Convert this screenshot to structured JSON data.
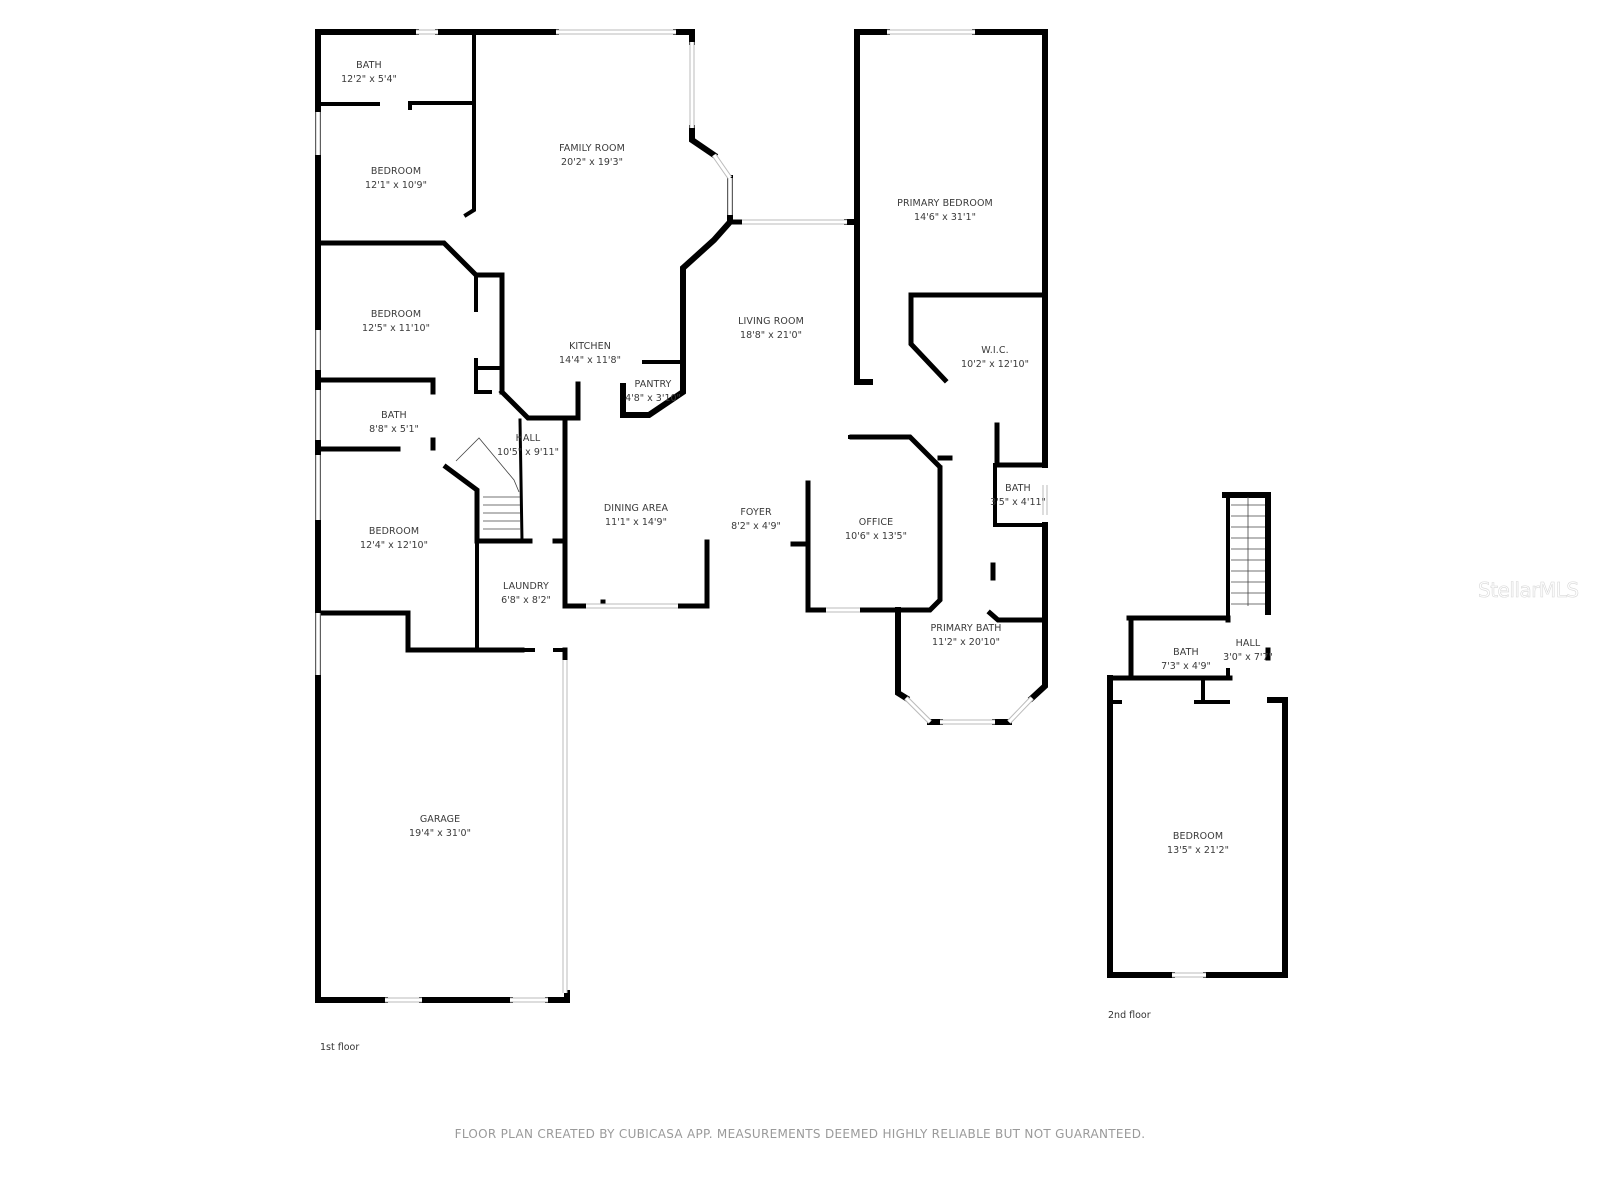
{
  "floors": [
    {
      "label": "1st floor",
      "rooms": [
        {
          "name": "BATH",
          "dims": "12'2\" x 5'4\""
        },
        {
          "name": "FAMILY ROOM",
          "dims": "20'2\" x 19'3\""
        },
        {
          "name": "BEDROOM",
          "dims": "12'1\" x 10'9\""
        },
        {
          "name": "BEDROOM",
          "dims": "12'5\" x 11'10\""
        },
        {
          "name": "KITCHEN",
          "dims": "14'4\" x 11'8\""
        },
        {
          "name": "PANTRY",
          "dims": "4'8\" x 3'10\""
        },
        {
          "name": "BATH",
          "dims": "8'8\" x 5'1\""
        },
        {
          "name": "HALL",
          "dims": "10'5\" x 9'11\""
        },
        {
          "name": "BEDROOM",
          "dims": "12'4\" x 12'10\""
        },
        {
          "name": "DINING AREA",
          "dims": "11'1\" x 14'9\""
        },
        {
          "name": "FOYER",
          "dims": "8'2\" x 4'9\""
        },
        {
          "name": "LAUNDRY",
          "dims": "6'8\" x 8'2\""
        },
        {
          "name": "LIVING ROOM",
          "dims": "18'8\" x 21'0\""
        },
        {
          "name": "PRIMARY BEDROOM",
          "dims": "14'6\" x 31'1\""
        },
        {
          "name": "W.I.C.",
          "dims": "10'2\" x 12'10\""
        },
        {
          "name": "OFFICE",
          "dims": "10'6\" x 13'5\""
        },
        {
          "name": "BATH",
          "dims": "3'5\" x 4'11\""
        },
        {
          "name": "PRIMARY BATH",
          "dims": "11'2\" x 20'10\""
        },
        {
          "name": "GARAGE",
          "dims": "19'4\" x 31'0\""
        }
      ]
    },
    {
      "label": "2nd floor",
      "rooms": [
        {
          "name": "BATH",
          "dims": "7'3\" x 4'9\""
        },
        {
          "name": "HALL",
          "dims": "3'0\" x 7'7\""
        },
        {
          "name": "BEDROOM",
          "dims": "13'5\" x 21'2\""
        }
      ]
    }
  ],
  "footer": "FLOOR PLAN CREATED BY CUBICASA APP. MEASUREMENTS DEEMED HIGHLY RELIABLE BUT NOT GUARANTEED.",
  "watermark": "StellarMLS",
  "colors": {
    "wall": "#000000",
    "window": "#bbbbbb",
    "text": "#3a3a3a"
  }
}
